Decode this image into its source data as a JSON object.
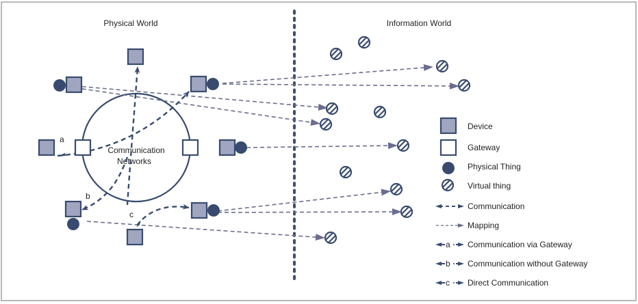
{
  "titles": {
    "physical": "Physical World",
    "information": "Information World"
  },
  "network_label": [
    "Communication",
    "Networks"
  ],
  "arrow_labels": {
    "a": "a",
    "b": "b",
    "c": "c"
  },
  "colors": {
    "stroke": "#384b6f",
    "device_fill": "#a1a6c0",
    "mapping": "#6a6d8e",
    "divider": "#3d4f72",
    "frame": "#a0a0a0"
  },
  "legend": [
    {
      "icon": "device-icon",
      "label": "Device"
    },
    {
      "icon": "gateway-icon",
      "label": "Gateway"
    },
    {
      "icon": "physical-thing-icon",
      "label": "Physical Thing"
    },
    {
      "icon": "virtual-thing-icon",
      "label": "Virtual thing"
    },
    {
      "icon": "communication-arrow-icon",
      "label": "Communication"
    },
    {
      "icon": "mapping-arrow-icon",
      "label": "Mapping"
    },
    {
      "icon": "communication-a-arrow-icon",
      "label": "Communication via Gateway",
      "tag": "a"
    },
    {
      "icon": "communication-b-arrow-icon",
      "label": "Communication without Gateway",
      "tag": "b"
    },
    {
      "icon": "communication-c-arrow-icon",
      "label": "Direct Communication",
      "tag": "c"
    }
  ]
}
